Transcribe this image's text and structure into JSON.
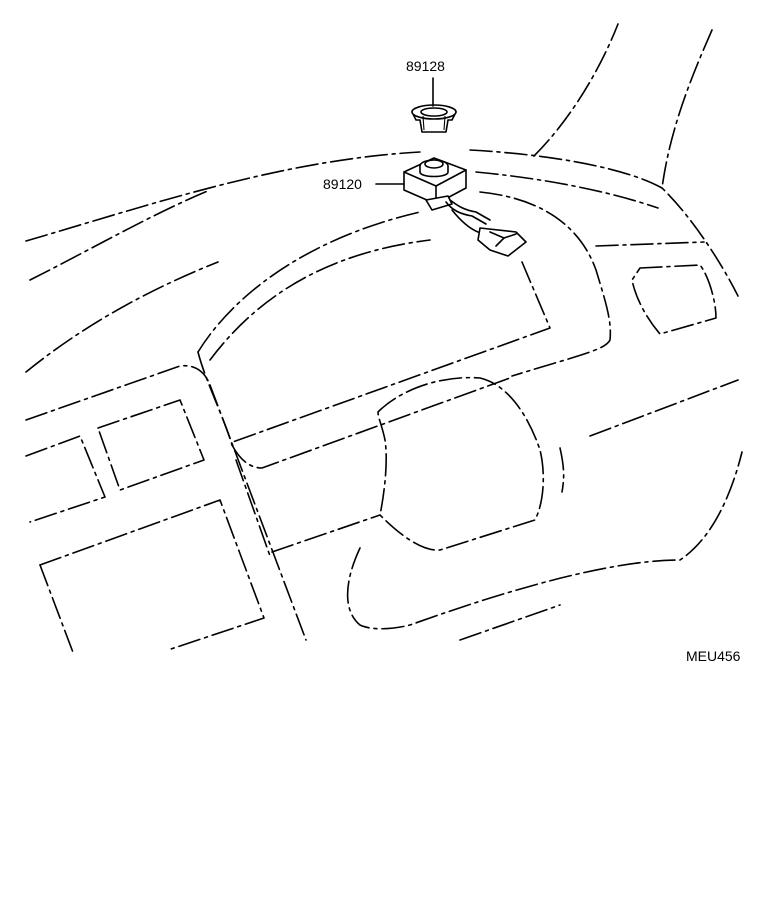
{
  "labels": {
    "part_grommet": "89128",
    "part_sensor": "89120",
    "diagram_code": "MEU456"
  }
}
